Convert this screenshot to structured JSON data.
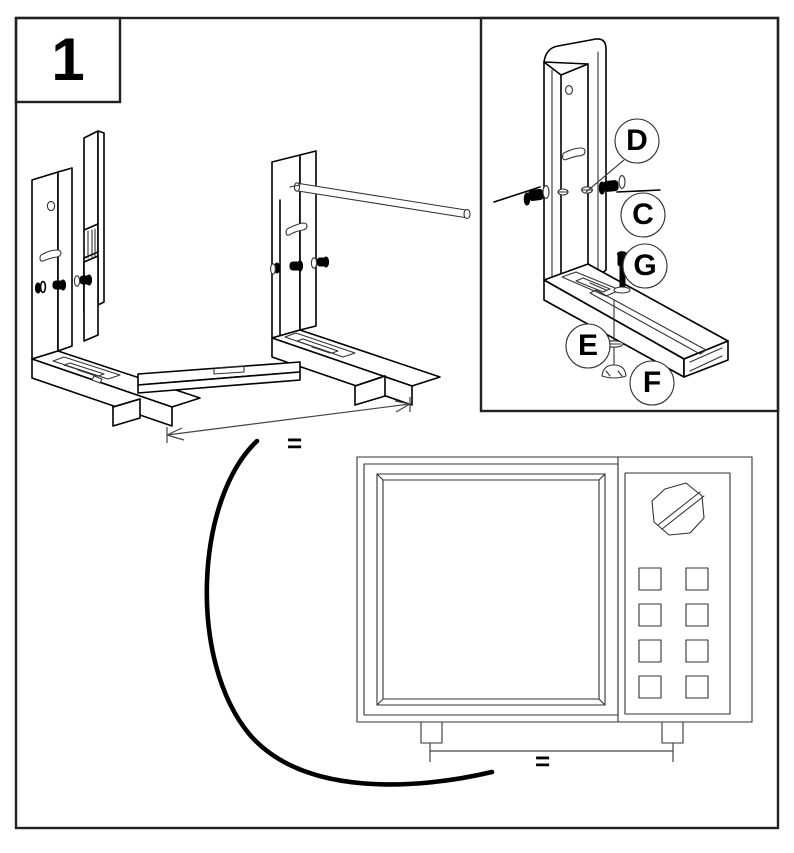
{
  "document": {
    "kind": "assembly-instruction-diagram",
    "step_number": "1",
    "equals_symbol": "="
  },
  "main_illustration": {
    "name": "wall-mount-bracket-frame",
    "description": "Two L-shaped wall mounting brackets joined by a cross rail, shown in isometric view",
    "dimension_note": "="
  },
  "detail_inset": {
    "name": "bracket-hardware-detail",
    "description": "Close-up of a single L-bracket showing hardware placement",
    "callouts": [
      {
        "id": "D",
        "label": "D"
      },
      {
        "id": "C",
        "label": "C"
      },
      {
        "id": "G",
        "label": "G"
      },
      {
        "id": "E",
        "label": "E"
      },
      {
        "id": "F",
        "label": "F"
      }
    ]
  },
  "appliance_illustration": {
    "name": "microwave-oven-front-view",
    "door_window_label": "",
    "control_panel": {
      "knob_label": "",
      "button_rows": 4,
      "button_columns": 2,
      "buttons": [
        "",
        "",
        "",
        "",
        "",
        "",
        "",
        ""
      ]
    },
    "feet": [
      "",
      ""
    ],
    "dimension_note": "="
  },
  "colors": {
    "line": "#000000",
    "thin_line": "#3a3a3a",
    "background": "#ffffff",
    "fill": "#ffffff"
  }
}
